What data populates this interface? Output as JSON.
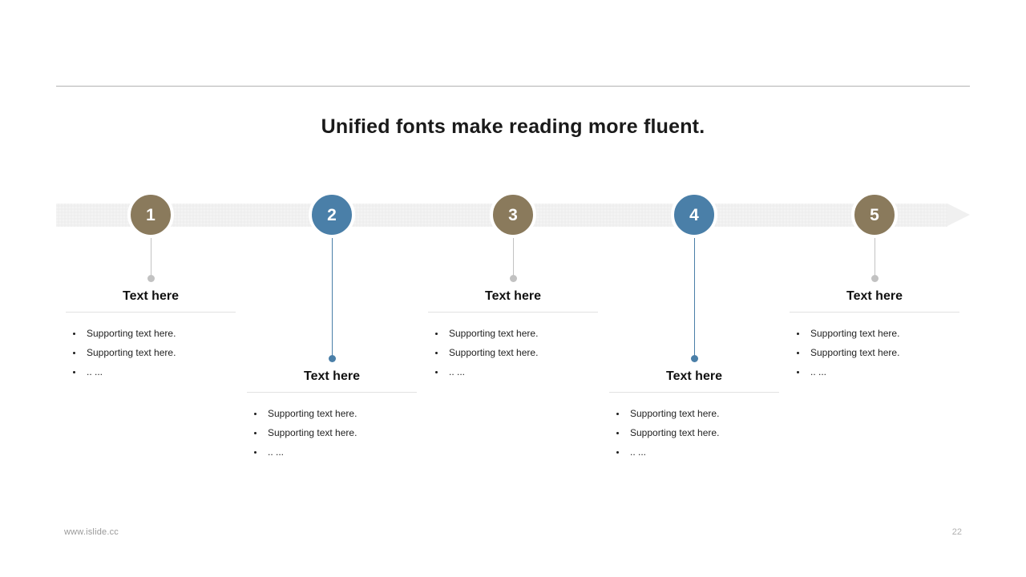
{
  "slide": {
    "title": "Unified fonts make reading more fluent.",
    "page_number": "22",
    "footer_url": "www.islide.cc",
    "background_color": "#ffffff",
    "accent_gold": "#8a7a5c",
    "accent_blue": "#4a7fa8",
    "bar_color": "#f0f0f0",
    "rule_color": "#b3b3b3"
  },
  "timeline": {
    "nodes": [
      {
        "number": "1",
        "color": "#8a7a5c",
        "variant": "up",
        "heading": "Text here",
        "bullets": [
          "Supporting text here.",
          "Supporting text here.",
          ".. ..."
        ]
      },
      {
        "number": "2",
        "color": "#4a7fa8",
        "variant": "down",
        "heading": "Text here",
        "bullets": [
          "Supporting text here.",
          "Supporting text here.",
          ".. ..."
        ]
      },
      {
        "number": "3",
        "color": "#8a7a5c",
        "variant": "up",
        "heading": "Text here",
        "bullets": [
          "Supporting text here.",
          "Supporting text here.",
          ".. ..."
        ]
      },
      {
        "number": "4",
        "color": "#4a7fa8",
        "variant": "down",
        "heading": "Text here",
        "bullets": [
          "Supporting text here.",
          "Supporting text here.",
          ".. ..."
        ]
      },
      {
        "number": "5",
        "color": "#8a7a5c",
        "variant": "up",
        "heading": "Text here",
        "bullets": [
          "Supporting text here.",
          "Supporting text here.",
          ".. ..."
        ]
      }
    ]
  }
}
